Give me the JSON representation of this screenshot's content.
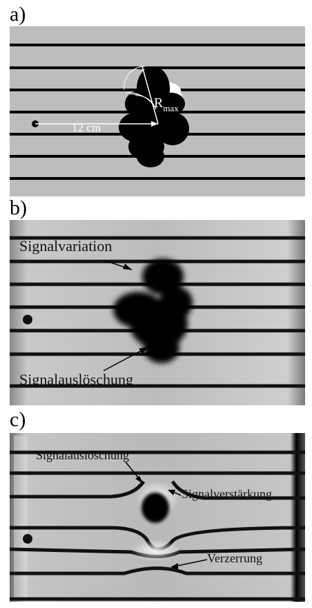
{
  "figure": {
    "panels": [
      {
        "label": "a)",
        "distance_label": "12 cm",
        "radius_label": {
          "main": "R",
          "subscript": "max"
        }
      },
      {
        "label": "b)",
        "annotations": [
          "Signalvariation",
          "Signalauslöschung"
        ]
      },
      {
        "label": "c)",
        "annotations": [
          "Signalauslöschung",
          "Signalverstärkung",
          "Verzerrung"
        ]
      }
    ]
  }
}
